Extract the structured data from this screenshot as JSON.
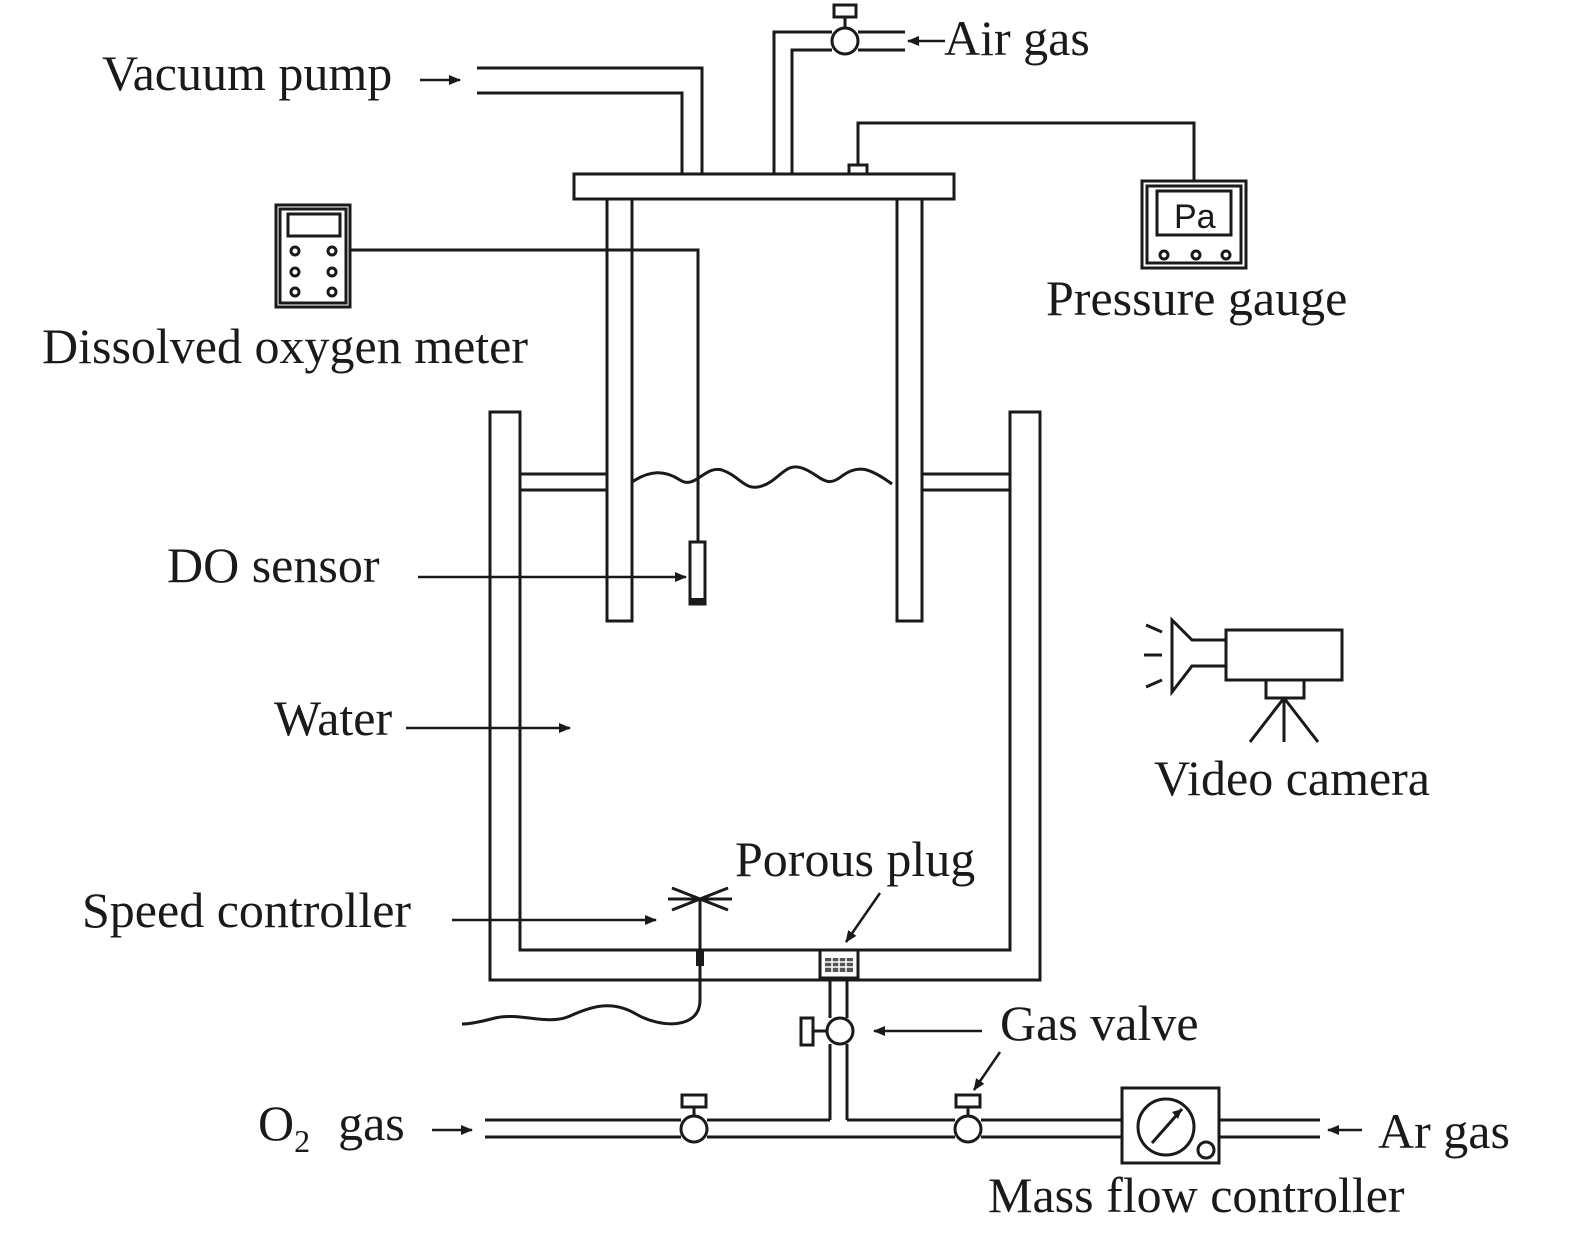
{
  "labels": {
    "vacuum_pump": "Vacuum pump",
    "air_gas": "Air gas",
    "pressure_gauge": "Pressure gauge",
    "pressure_gauge_display": "Pa",
    "dissolved_oxygen_meter": "Dissolved oxygen meter",
    "do_sensor": "DO sensor",
    "water": "Water",
    "video_camera": "Video camera",
    "porous_plug": "Porous plug",
    "speed_controller": "Speed controller",
    "gas_valve": "Gas valve",
    "o2_gas_prefix": "O",
    "o2_gas_subscript": "2",
    "o2_gas_suffix": "gas",
    "ar_gas": "Ar gas",
    "mass_flow_controller": "Mass flow controller"
  },
  "colors": {
    "line": "#1a1a1a",
    "background": "#ffffff"
  },
  "icons": [
    "valve-icon",
    "pressure-gauge-icon",
    "dissolved-oxygen-meter-icon",
    "video-camera-icon",
    "mass-flow-controller-icon",
    "arrow-icon"
  ]
}
